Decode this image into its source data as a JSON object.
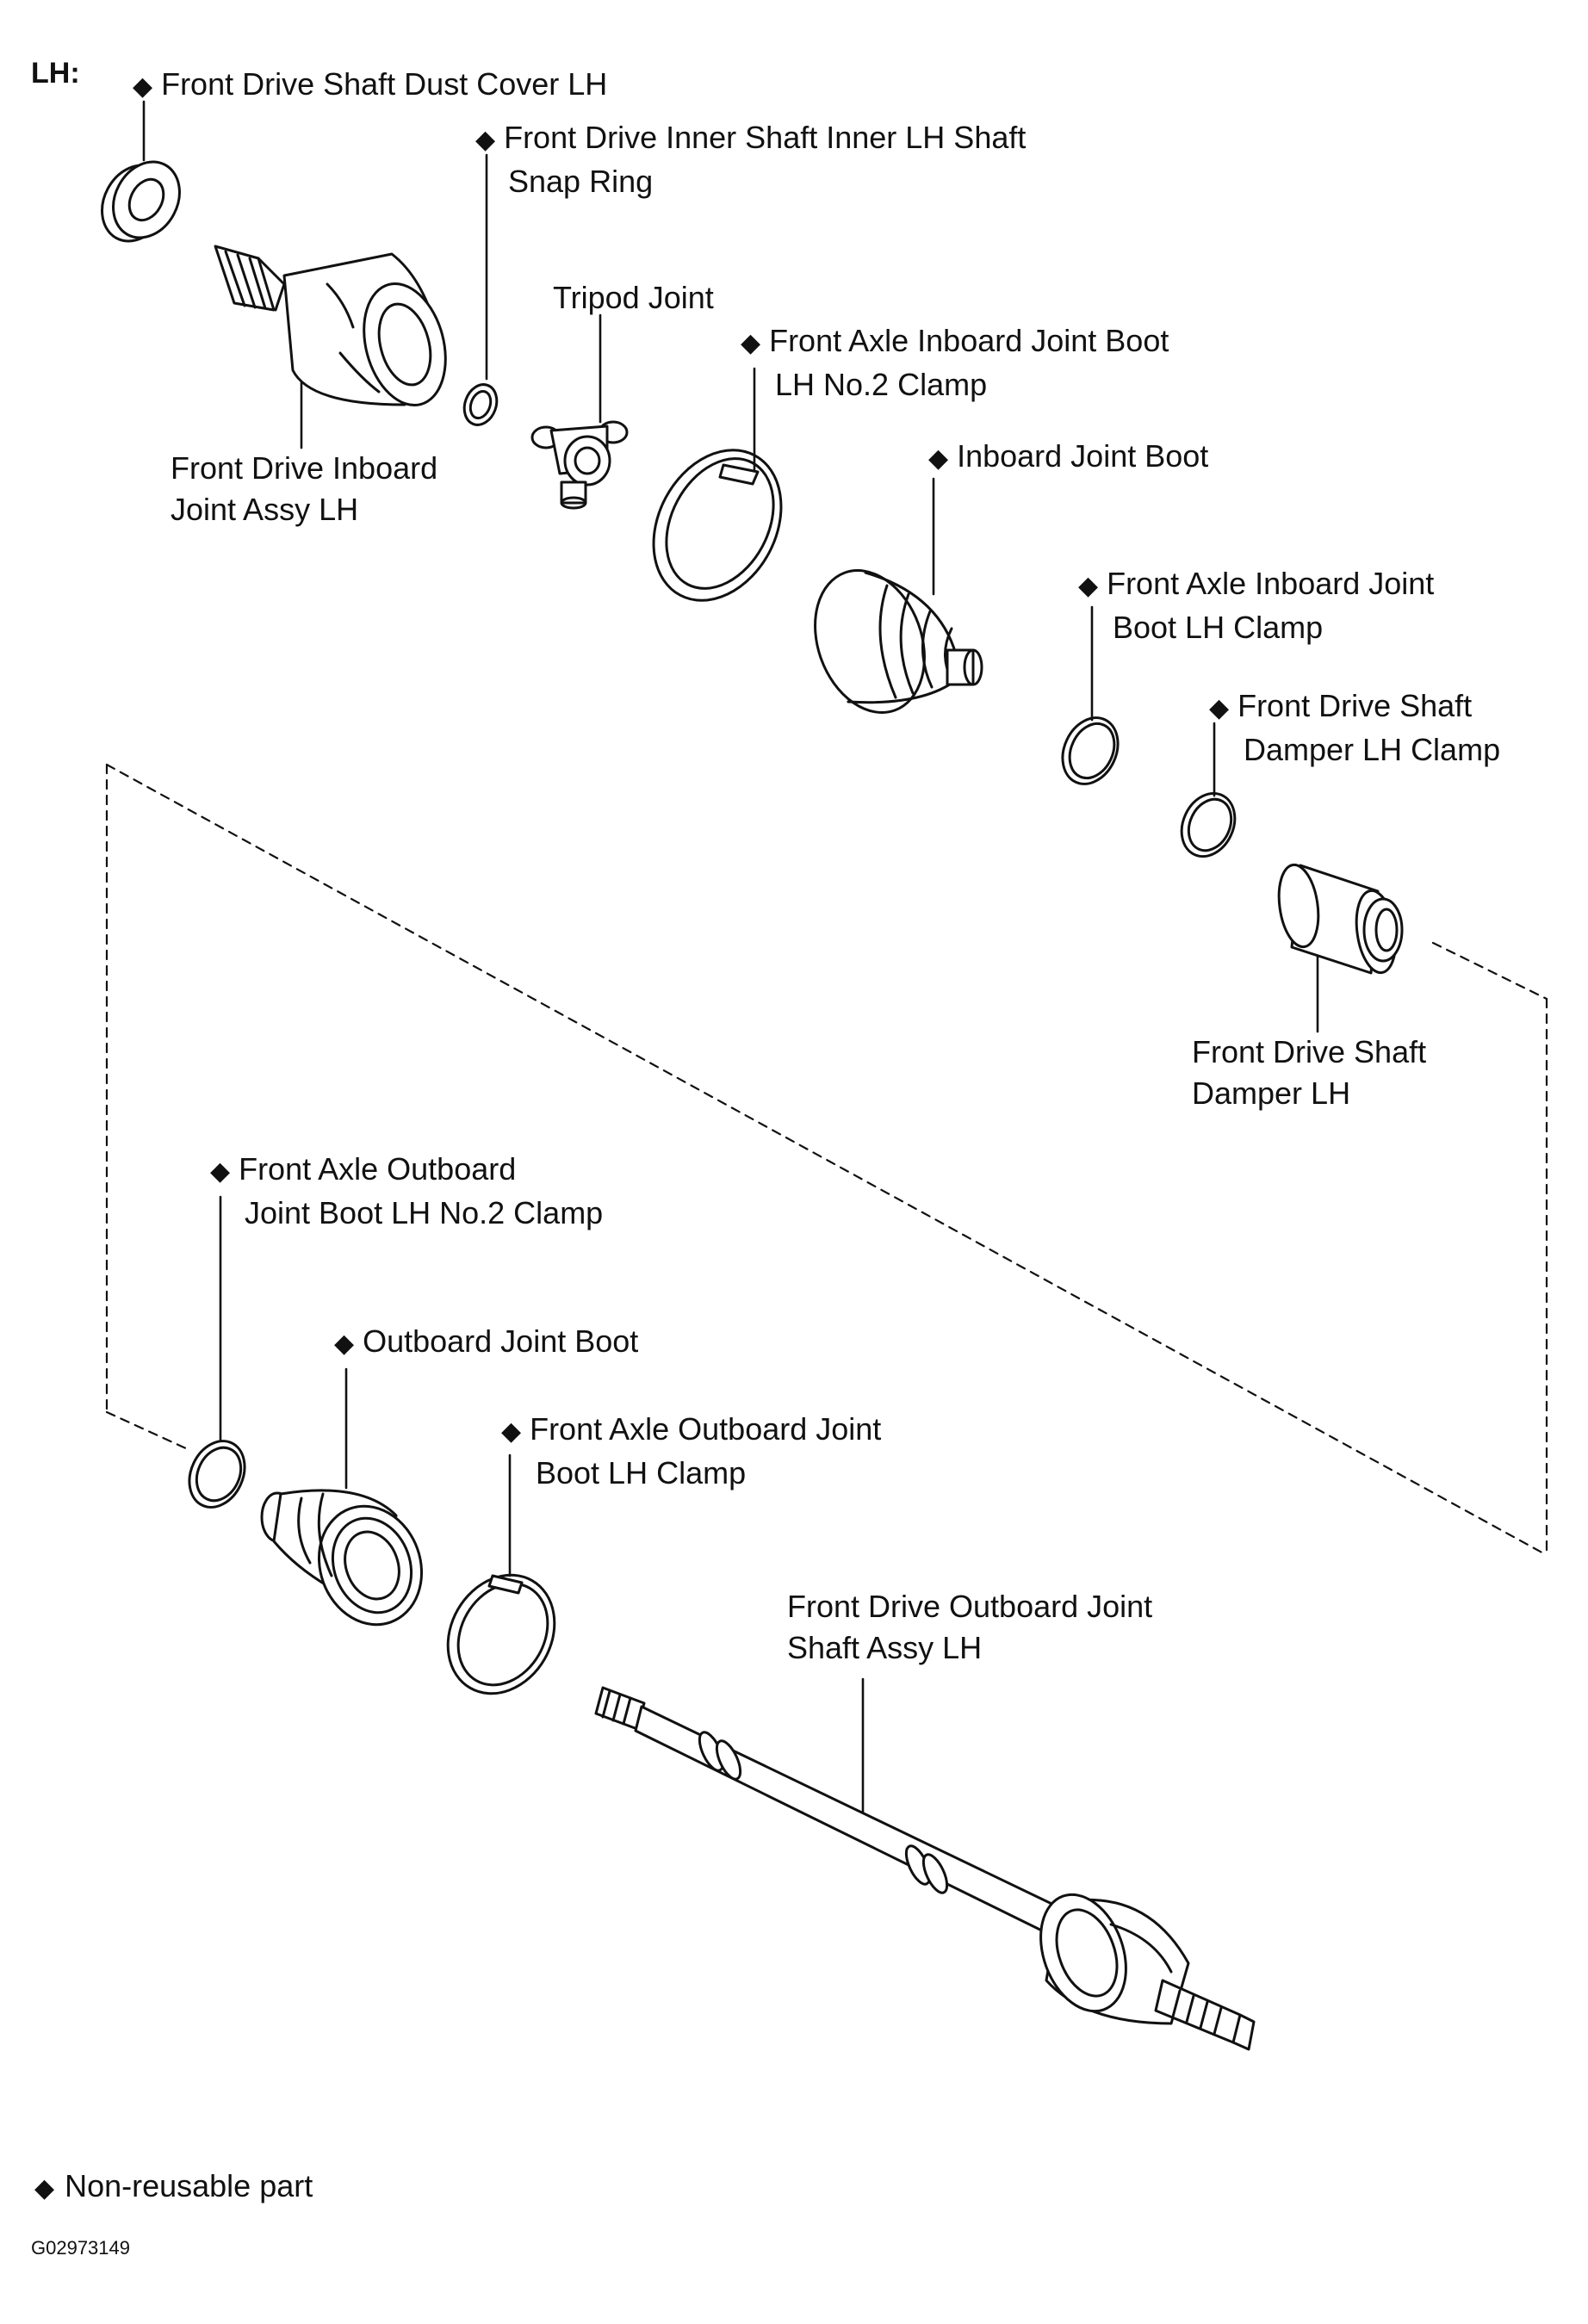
{
  "side_label": "LH:",
  "non_reusable_marker": "◆",
  "parts": [
    {
      "id": "dust-cover",
      "marker": true,
      "lines": [
        "Front Drive Shaft Dust Cover LH"
      ]
    },
    {
      "id": "snap-ring",
      "marker": true,
      "lines": [
        "Front Drive Inner Shaft Inner LH Shaft",
        "Snap Ring"
      ]
    },
    {
      "id": "tripod-joint",
      "marker": false,
      "lines": [
        "Tripod Joint"
      ]
    },
    {
      "id": "inboard-no2-clamp",
      "marker": true,
      "lines": [
        "Front Axle Inboard Joint Boot",
        "LH No.2 Clamp"
      ]
    },
    {
      "id": "inboard-joint-assy",
      "marker": false,
      "lines": [
        "Front Drive Inboard",
        "Joint Assy LH"
      ]
    },
    {
      "id": "inboard-joint-boot",
      "marker": true,
      "lines": [
        "Inboard Joint Boot"
      ]
    },
    {
      "id": "inboard-clamp",
      "marker": true,
      "lines": [
        "Front Axle Inboard Joint",
        "Boot LH Clamp"
      ]
    },
    {
      "id": "damper-clamp",
      "marker": true,
      "lines": [
        "Front Drive Shaft",
        "Damper LH Clamp"
      ]
    },
    {
      "id": "damper",
      "marker": false,
      "lines": [
        "Front Drive Shaft",
        "Damper LH"
      ]
    },
    {
      "id": "outboard-no2-clamp",
      "marker": true,
      "lines": [
        "Front Axle Outboard",
        "Joint Boot LH No.2 Clamp"
      ]
    },
    {
      "id": "outboard-joint-boot",
      "marker": true,
      "lines": [
        "Outboard Joint Boot"
      ]
    },
    {
      "id": "outboard-clamp",
      "marker": true,
      "lines": [
        "Front Axle Outboard Joint",
        "Boot LH Clamp"
      ]
    },
    {
      "id": "outboard-joint-shaft",
      "marker": false,
      "lines": [
        "Front Drive Outboard Joint",
        "Shaft Assy LH"
      ]
    }
  ],
  "legend": {
    "marker": "◆",
    "text": "Non-reusable part"
  },
  "figure_code": "G02973149"
}
